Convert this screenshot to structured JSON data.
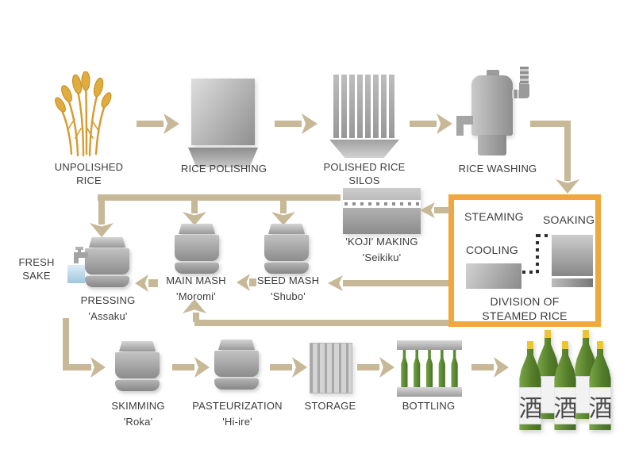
{
  "colors": {
    "arrow": "#C7B897",
    "highlight": "#F2A73D",
    "text": "#3C3C3C"
  },
  "stations": {
    "unpolished_rice": {
      "line1": "UNPOLISHED",
      "line2": "RICE"
    },
    "rice_polishing": {
      "label": "RICE POLISHING"
    },
    "polished_rice_silos": {
      "line1": "POLISHED RICE",
      "line2": "SILOS"
    },
    "rice_washing": {
      "label": "RICE WASHING"
    },
    "highlight_box": {
      "steaming": "STEAMING",
      "soaking": "SOAKING",
      "cooling": "COOLING",
      "division_line1": "DIVISION OF",
      "division_line2": "STEAMED RICE"
    },
    "koji_making": {
      "label": "'KOJI' MAKING",
      "name": "'Seikiku'"
    },
    "seed_mash": {
      "label": "SEED MASH",
      "name": "'Shubo'"
    },
    "main_mash": {
      "label": "MAIN MASH",
      "name": "'Moromi'"
    },
    "pressing": {
      "label": "PRESSING",
      "name": "'Assaku'"
    },
    "fresh_sake": {
      "line1": "FRESH",
      "line2": "SAKE"
    },
    "skimming": {
      "label": "SKIMMING",
      "name": "'Roka'"
    },
    "pasteurization": {
      "label": "PASTEURIZATION",
      "name": "'Hi-ire'"
    },
    "storage": {
      "label": "STORAGE"
    },
    "bottling": {
      "label": "BOTTLING"
    },
    "sake_bottles": {
      "label_kanji": "酒"
    }
  }
}
